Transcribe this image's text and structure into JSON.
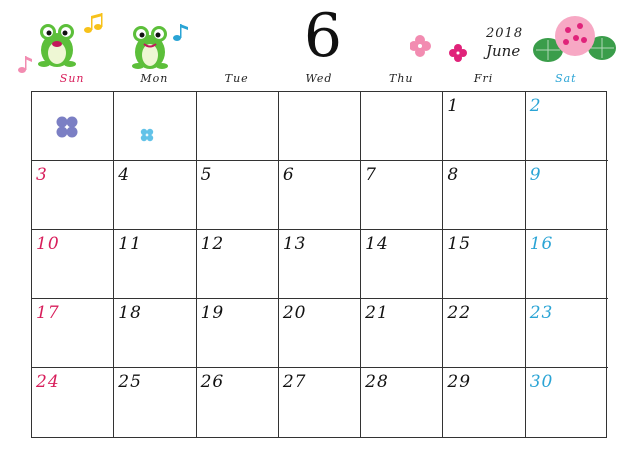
{
  "header": {
    "month_number": "6",
    "year": "2018",
    "month_name": "June"
  },
  "weekdays": [
    {
      "label": "Sun",
      "color": "#d81e5b"
    },
    {
      "label": "Mon",
      "color": "#222222"
    },
    {
      "label": "Tue",
      "color": "#222222"
    },
    {
      "label": "Wed",
      "color": "#222222"
    },
    {
      "label": "Thu",
      "color": "#222222"
    },
    {
      "label": "Fri",
      "color": "#222222"
    },
    {
      "label": "Sat",
      "color": "#2aa4d5"
    }
  ],
  "weeks": [
    [
      "",
      "",
      "",
      "",
      "",
      "1",
      "2"
    ],
    [
      "3",
      "4",
      "5",
      "6",
      "7",
      "8",
      "9"
    ],
    [
      "10",
      "11",
      "12",
      "13",
      "14",
      "15",
      "16"
    ],
    [
      "17",
      "18",
      "19",
      "20",
      "21",
      "22",
      "23"
    ],
    [
      "24",
      "25",
      "26",
      "27",
      "28",
      "29",
      "30"
    ]
  ],
  "colors": {
    "sunday": "#d81e5b",
    "saturday": "#2aa4d5",
    "weekday": "#111111",
    "frog": "#5cbf3a",
    "hydrangea_pink": "#f28cb1",
    "leaf_green": "#3a9d4a"
  }
}
